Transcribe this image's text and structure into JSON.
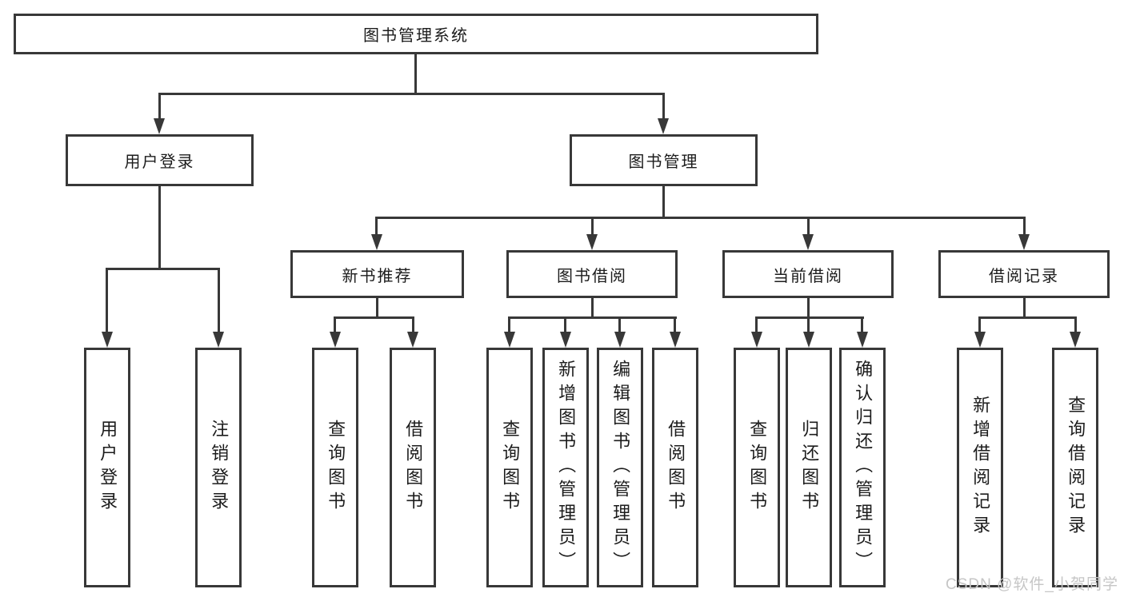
{
  "tree": {
    "root": "图书管理系统",
    "branches": [
      {
        "label": "用户登录",
        "children": [
          "用户登录",
          "注销登录"
        ]
      },
      {
        "label": "图书管理",
        "sections": [
          {
            "label": "新书推荐",
            "children": [
              "查询图书",
              "借阅图书"
            ]
          },
          {
            "label": "图书借阅",
            "children": [
              "查询图书",
              "新增图书（管理员）",
              "编辑图书（管理员）",
              "借阅图书"
            ]
          },
          {
            "label": "当前借阅",
            "children": [
              "查询图书",
              "归还图书",
              "确认归还（管理员）"
            ]
          },
          {
            "label": "借阅记录",
            "children": [
              "新增借阅记录",
              "查询借阅记录"
            ]
          }
        ]
      }
    ]
  },
  "watermark": "CSDN @软件_小贺同学",
  "colors": {
    "line": "#383838",
    "text": "#1c1c1c",
    "watermark": "#c6c6c6",
    "background": "#ffffff"
  }
}
